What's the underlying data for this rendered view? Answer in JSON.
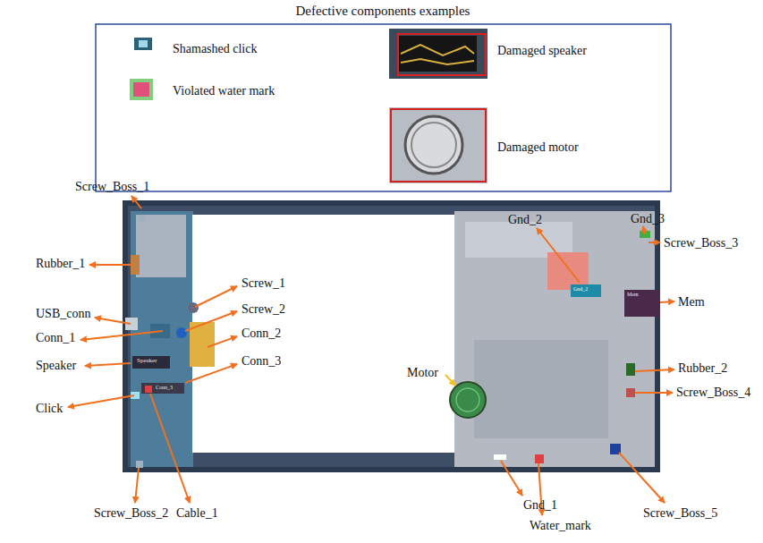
{
  "diagram": {
    "title": "Defective components examples",
    "labels": [
      "Screw_Boss_1",
      "Rubber_1",
      "Screw_1",
      "USB_conn",
      "Screw_2",
      "Conn_2",
      "Conn_1",
      "Speaker",
      "Conn_3",
      "Click",
      "Screw_Boss_2",
      "Cable_1",
      "Motor",
      "Gnd_2",
      "Gnd_3",
      "Screw_Boss_3",
      "Mem",
      "Rubber_2",
      "Screw_Boss_4",
      "Screw_Boss_5",
      "Gnd_1",
      "Water_mark",
      "Speaker",
      "Conn_3",
      "Gnd_2",
      "Mem"
    ],
    "legend": [
      {
        "text": "Shamashed click"
      },
      {
        "text": "Violated water mark"
      },
      {
        "text": "Damaged speaker"
      },
      {
        "text": "Damaged motor"
      }
    ]
  }
}
